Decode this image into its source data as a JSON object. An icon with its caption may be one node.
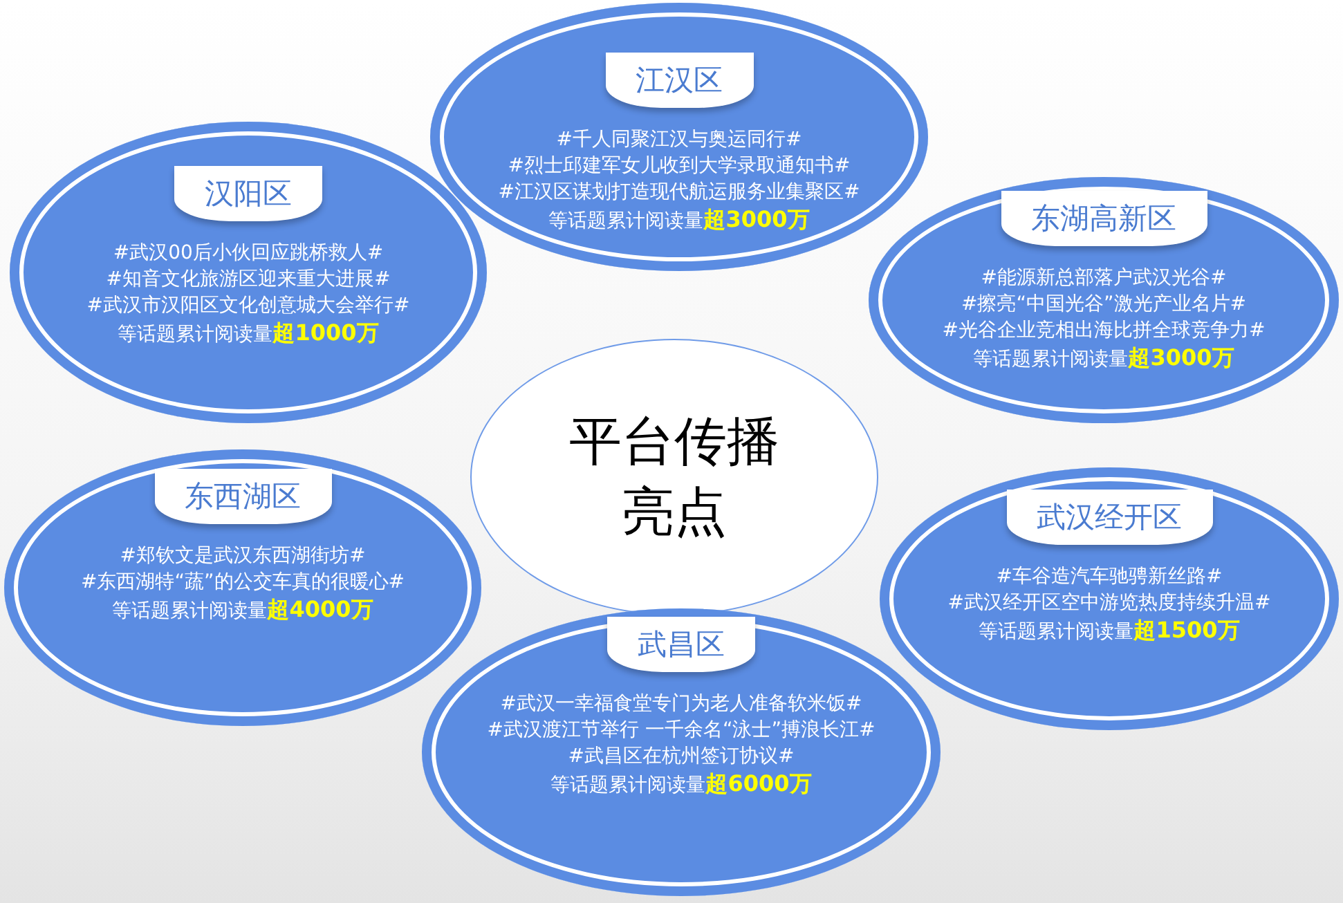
{
  "diagram": {
    "nodes": [
      {
        "text": [
          "平台传播亮点"
        ]
      },
      {
        "text": [
          "江汉区",
          "#千人同聚江汉与奥运同行#",
          "#烈士邱建军女儿收到大学录取通知书#",
          "#江汉区谋划打造现代航运服务业集聚区#",
          "等话题累计阅读量**超3000万**"
        ]
      },
      {
        "text": [
          "汉阳区",
          "#武汉00后小伙回应跳桥救人#",
          "#知音文化旅游区迎来重大进展#",
          "#武汉市汉阳区文化创意城大会举行#",
          "等话题累计阅读量**超1000万**"
        ]
      },
      {
        "text": [
          "东湖高新区",
          "#能源新总部落户武汉光谷#",
          "#擦亮“中国光谷”激光产业名片#",
          "#光谷企业竞相出海比拼全球竞争力#",
          "等话题累计阅读量**超3000万**"
        ]
      },
      {
        "text": [
          "东西湖区",
          "#郑钦文是武汉东西湖街坊#",
          "#东西湖特“蔬”的公交车真的很暖心#",
          "等话题累计阅读量**超4000万**"
        ]
      },
      {
        "text": [
          "武汉经开区",
          "#车谷造汽车驰骋新丝路#",
          "#武汉经开区空中游览热度持续升温#",
          "等话题累计阅读量**超1500万**"
        ]
      },
      {
        "text": [
          "武昌区",
          "#武汉一幸福食堂专门为老人准备软米饭#",
          "#武汉渡江节举行 一千余名“泳士”搏浪长江#",
          "#武昌区在杭州签订协议#",
          "等话题累计阅读量**超6000万**"
        ]
      }
    ]
  }
}
